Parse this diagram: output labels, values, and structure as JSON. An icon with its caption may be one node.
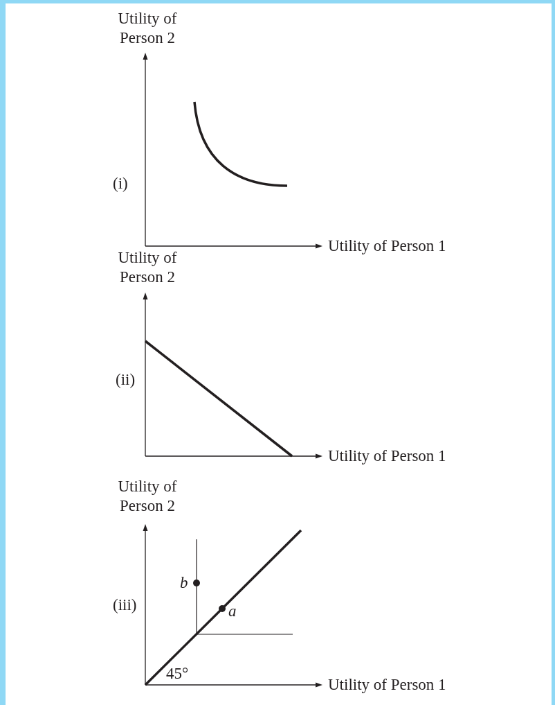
{
  "diagram": {
    "labels": [
      "Utility of Person 2",
      "(i)",
      "Utility of Person 1",
      "Utility of Person 2",
      "(ii)",
      "Utility of Person 1",
      "Utility of Person 2",
      "b",
      "(iii)",
      "a",
      "45°",
      "Utility of Person 1"
    ]
  }
}
